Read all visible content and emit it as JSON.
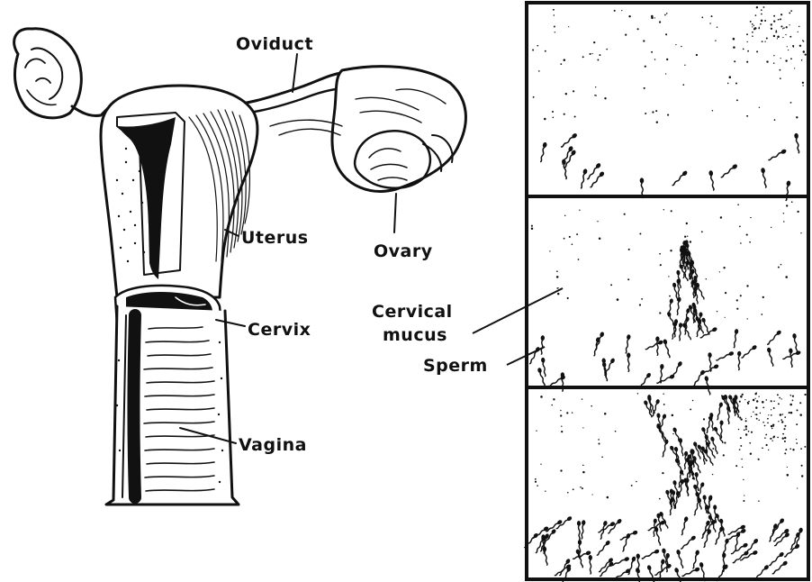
{
  "diagram": {
    "labels": {
      "oviduct": "Oviduct",
      "uterus": "Uterus",
      "ovary": "Ovary",
      "cervix": "Cervix",
      "vagina": "Vagina",
      "cervical_1": "Cervical",
      "cervical_2": "mucus",
      "sperm": "Sperm"
    },
    "panels": [
      {
        "id": "top",
        "stage": "sperm below mucus line"
      },
      {
        "id": "middle",
        "stage": "sperm entering mucus"
      },
      {
        "id": "bottom",
        "stage": "sperm column through mucus"
      }
    ]
  },
  "colors": {
    "ink": "#111111",
    "paper": "#ffffff"
  }
}
